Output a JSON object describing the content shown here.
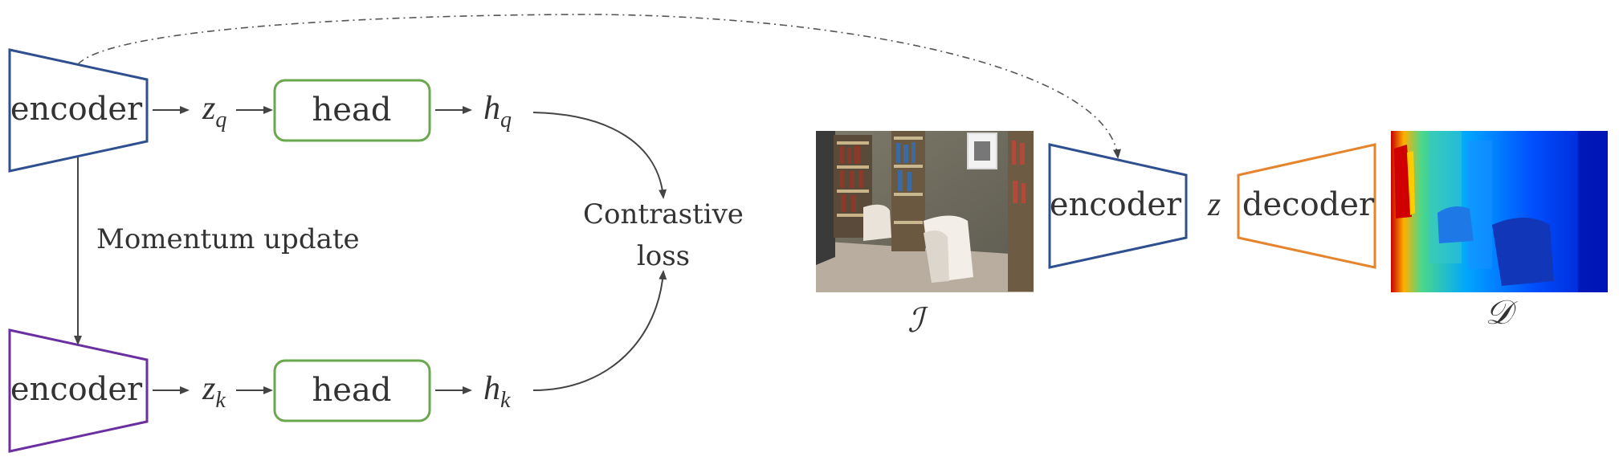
{
  "colors": {
    "query_encoder": "#2f4f8f",
    "key_encoder": "#6a2fa0",
    "head": "#6aa84f",
    "right_encoder": "#2f4f8f",
    "decoder": "#e6842e",
    "arrow": "#444444"
  },
  "left": {
    "query_encoder_label": "encoder",
    "key_encoder_label": "encoder",
    "query_head_label": "head",
    "key_head_label": "head",
    "zq": {
      "base": "z",
      "sub": "q"
    },
    "zk": {
      "base": "z",
      "sub": "k"
    },
    "hq": {
      "base": "h",
      "sub": "q"
    },
    "hk": {
      "base": "h",
      "sub": "k"
    },
    "momentum_label": "Momentum update",
    "contrastive_line1": "Contrastive",
    "contrastive_line2": "loss"
  },
  "right": {
    "input_symbol": "ℐ",
    "encoder_label": "encoder",
    "latent": "z",
    "decoder_label": "decoder",
    "output_symbol": "𝒟"
  },
  "icons": [
    "rgb-image-icon",
    "depth-map-icon"
  ]
}
